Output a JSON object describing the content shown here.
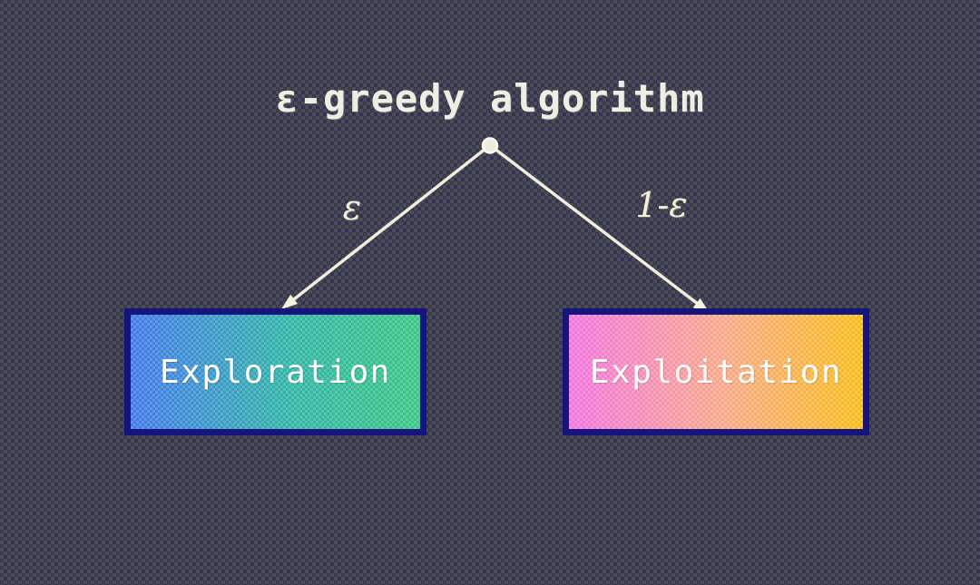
{
  "diagram": {
    "title": "ε-greedy algorithm",
    "branches": [
      {
        "label": "ε",
        "target": "Exploration"
      },
      {
        "label": "1-ε",
        "target": "Exploitation"
      }
    ],
    "nodes": [
      {
        "label": "Exploration",
        "gradient_start": "#4a80f2",
        "gradient_end": "#41cd8b"
      },
      {
        "label": "Exploitation",
        "gradient_start": "#f97ce6",
        "gradient_end": "#ffc422"
      }
    ],
    "colors": {
      "background_dark": "#33334e",
      "background_light": "#4b4b5e",
      "background_dot_olive": "#4c521c",
      "box_border_navy": "#15157d",
      "arrow_cream": "#f2edda",
      "title_text": "#eeeee6",
      "box_text": "#fdfdfb"
    }
  }
}
